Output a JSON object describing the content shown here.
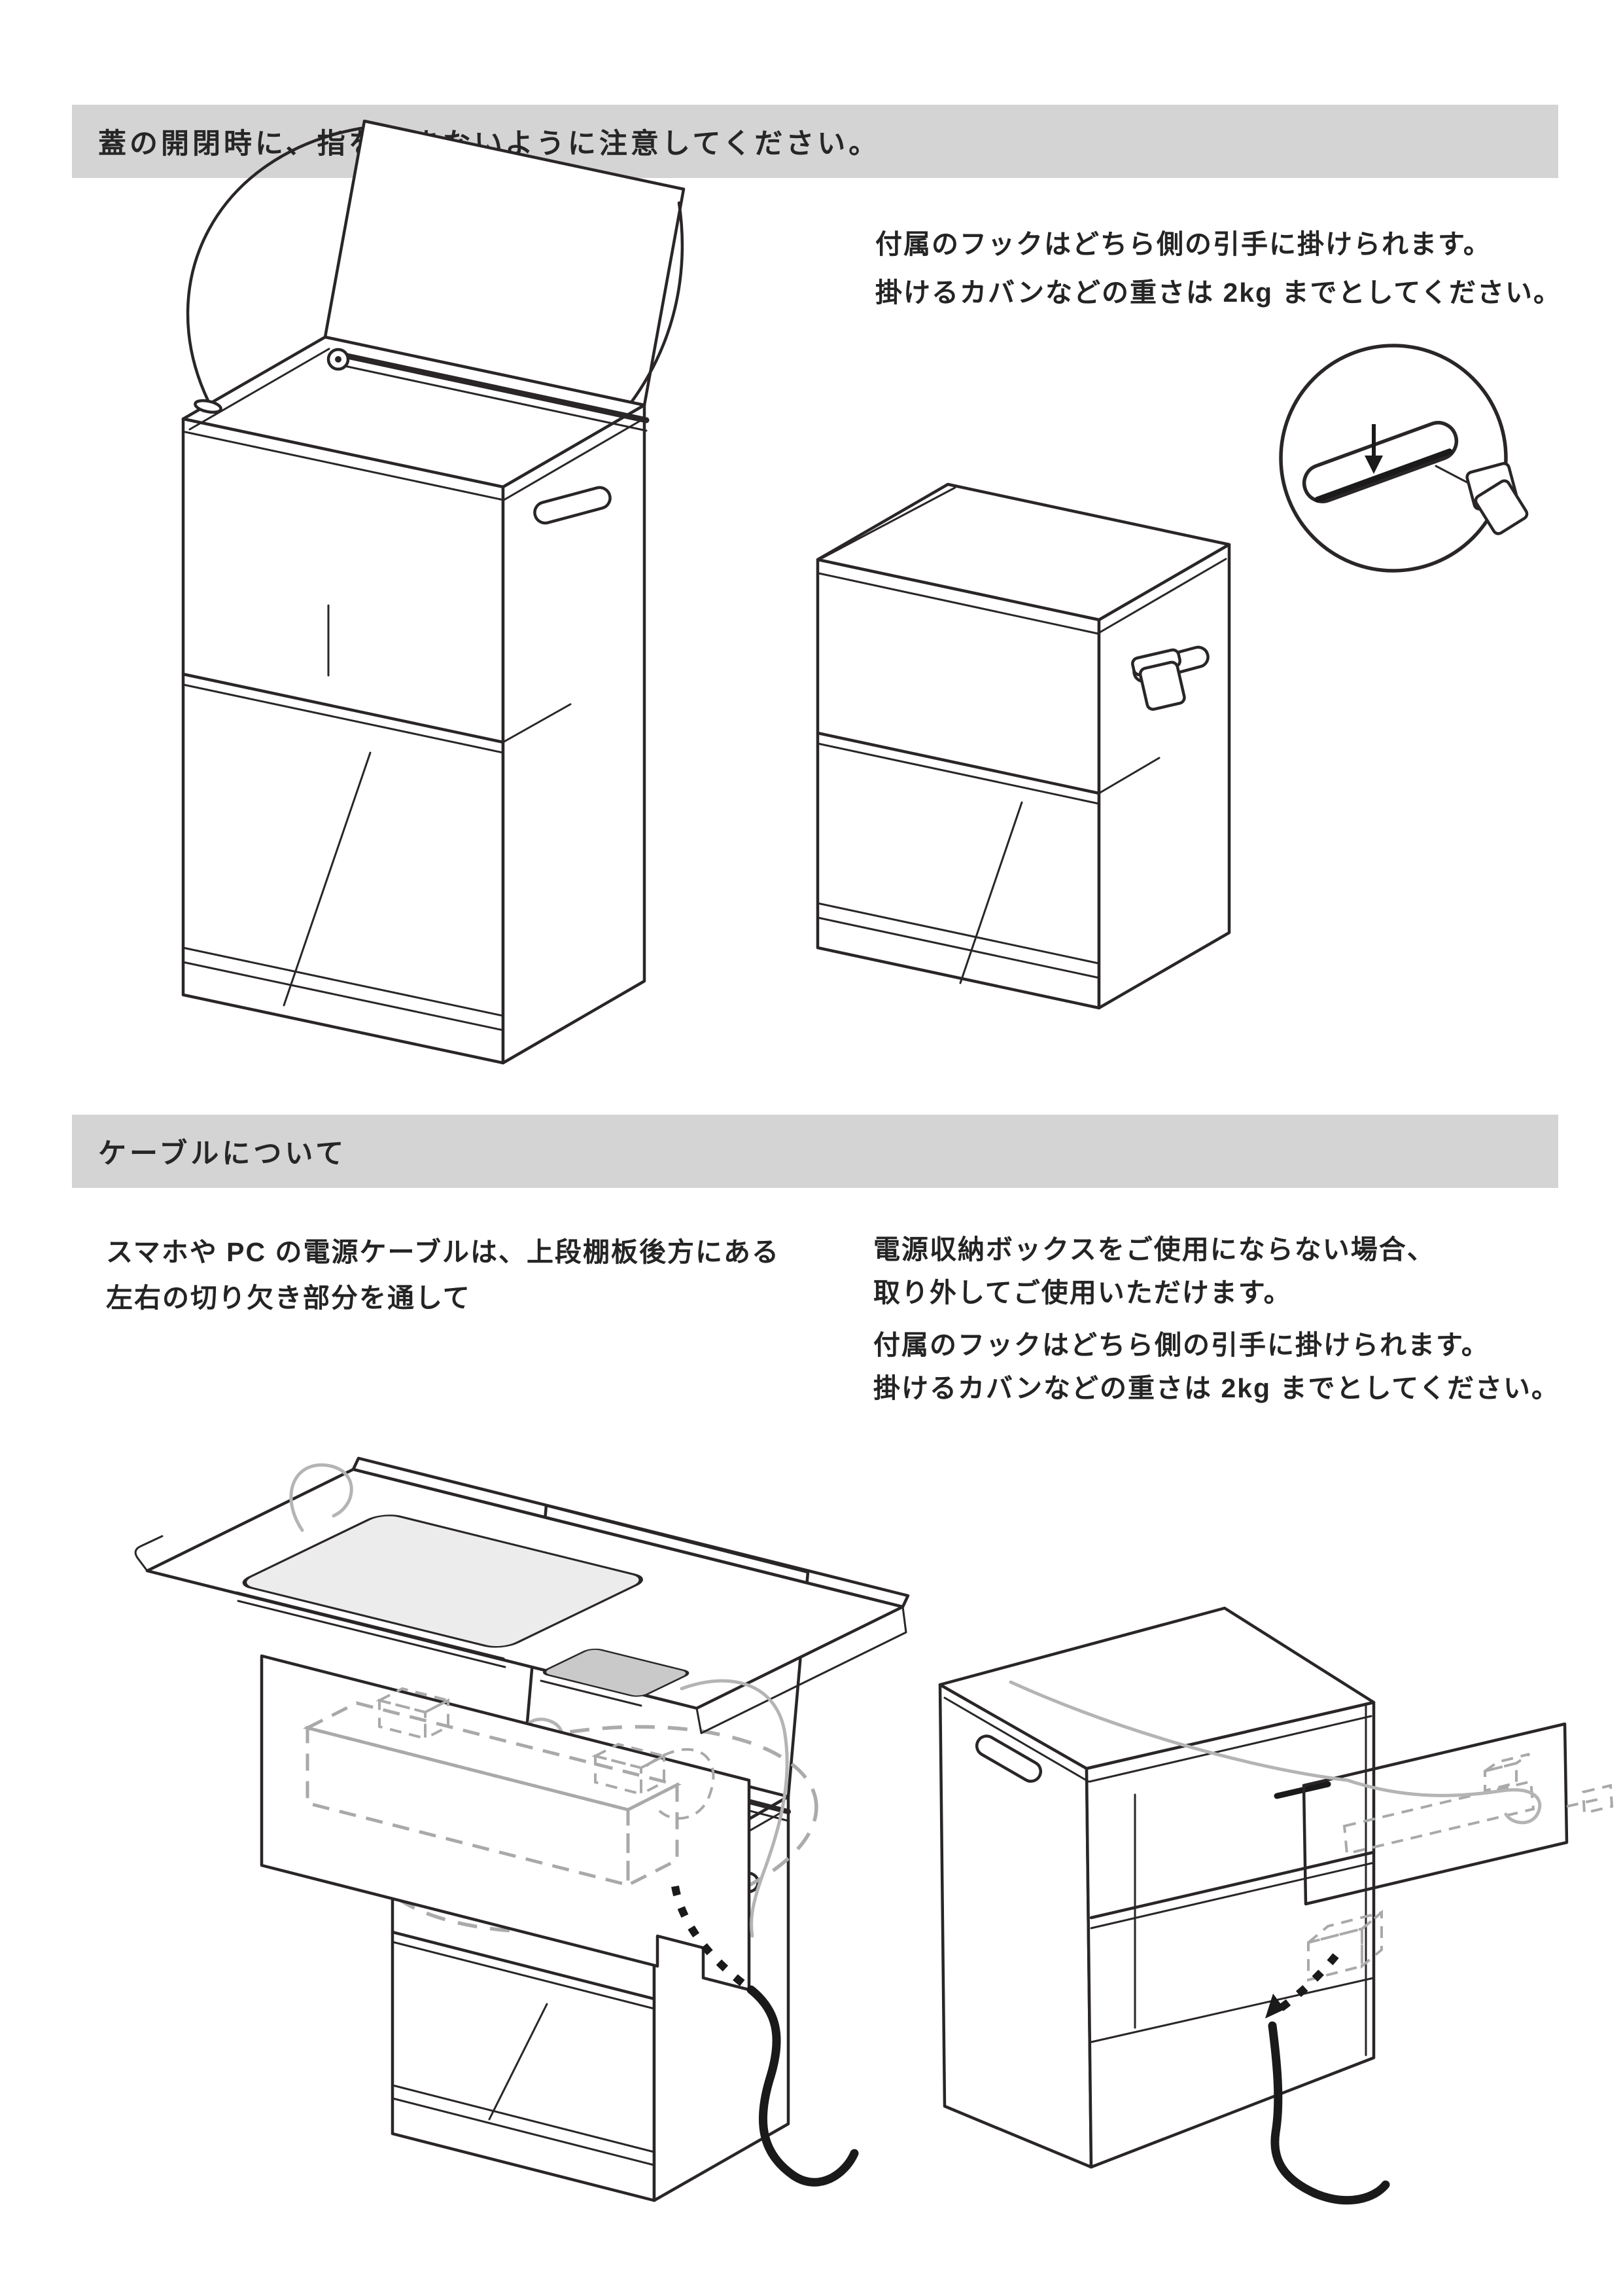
{
  "document": {
    "type": "instruction-manual-page",
    "language": "ja"
  },
  "colors": {
    "page_bg": "#ffffff",
    "banner_bg": "#d3d4d3",
    "text": "#242424",
    "line_art": "#2a2627",
    "cable_gray": "#b4b4b4",
    "hidden_line_gray": "#a9a9a9",
    "laptop_fill": "#ececec",
    "phone_fill": "#c9c9c9",
    "tablet_fill": "#e4e4e4"
  },
  "sections": {
    "lid_caution": {
      "banner": "蓋の開閉時に、指を挟まないように注意してください。",
      "hook_note": {
        "line1": "付属のフックはどちら側の引手に掛けられます。",
        "line2": "掛けるカバンなどの重さは 2kg までとしてください。"
      },
      "illustrations": {
        "left": "cabinet-lid-open-with-swing-arrows",
        "right": "cabinet-with-hook-on-side-handle",
        "detail": "handle-slot-and-hook-detail-circle"
      }
    },
    "cable_info": {
      "banner": "ケーブルについて",
      "routing_note": {
        "line1": "スマホや PC の電源ケーブルは、上段棚板後方にある",
        "line2": "左右の切り欠き部分を通して"
      },
      "power_box_note": {
        "line1": "電源収納ボックスをご使用にならない場合、",
        "line2": "取り外してご使用いただけます。",
        "line3": "付属のフックはどちら側の引手に掛けられます。",
        "line4": "掛けるカバンなどの重さは 2kg までとしてください。"
      },
      "illustrations": {
        "left": "cable-routing-exploded-view",
        "right": "power-box-rear-panel-opened"
      }
    }
  }
}
